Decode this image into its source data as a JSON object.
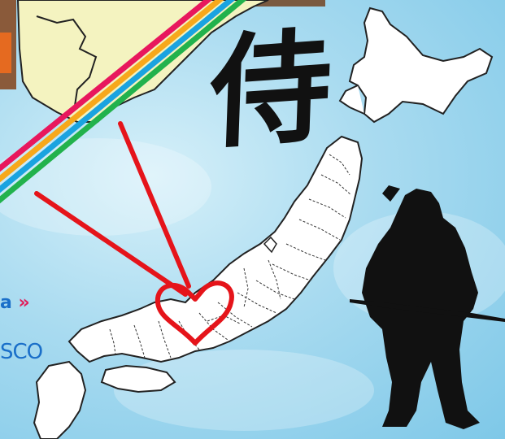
{
  "kanji": "侍",
  "caption": {
    "line1_text": "a",
    "line1_mark": "»",
    "line2_text": "SCO"
  },
  "colors": {
    "stripe_red": "#e8175d",
    "stripe_orange": "#f7a81b",
    "stripe_blue": "#1aa3e0",
    "stripe_green": "#22b24c",
    "arrow_red": "#e5141a",
    "caption_blue": "#1a6fc9"
  }
}
